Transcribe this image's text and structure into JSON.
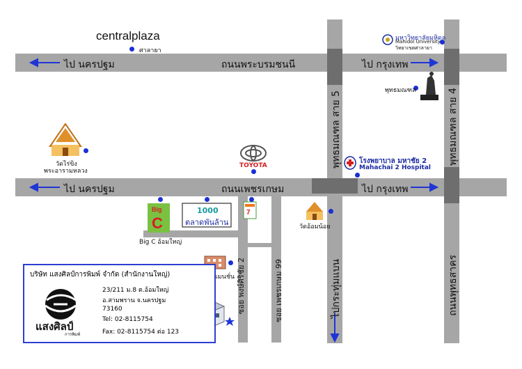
{
  "roads": {
    "top_road": "ถนนพระบรมชนนี",
    "middle_road": "ถนนเพชรเกษม",
    "left_vertical_1": "พุทธมณฑล สาย 5",
    "right_vertical": "พุทธมณฑล สาย 4",
    "soi_1": "ซอย พงษ์ศิริชัย 2",
    "soi_2": "ซอย เพชรเกษม 99",
    "bottom_right_road": "ถนนพุทธสาคร",
    "down_road": "ไปกระทุ่มแบน"
  },
  "directions": {
    "to_nakhon_pathom_top": "ไป นครปฐม",
    "to_bangkok_top": "ไป กรุงเทพ",
    "to_nakhon_pathom_mid": "ไป นครปฐม",
    "to_bangkok_mid": "ไป กรุงเทพ"
  },
  "landmarks": {
    "central_plaza": "centralplaza",
    "central_sub": "ศาลายา",
    "mahidol_th": "มหาวิทยาลัยมหิดล",
    "mahidol_en": "Mahidol University",
    "mahidol_campus": "วิทยาเขตศาลายา",
    "buddha": "พุทธมณฑล",
    "temple_left": "วัดไร่ขิง",
    "temple_left_2": "พระอารามหลวง",
    "toyota": "TOYOTA",
    "hospital_th": "โรงพยาบาล มหาชัย 2",
    "hospital_en": "Mahachai 2 Hospital",
    "bigc": "Big C อ้อมใหญ่",
    "market_number": "1000",
    "market_name": "ตลาดพันล้าน",
    "temple_right": "วัดอ้อมน้อย",
    "apartment": "รติกรแมนชั่น"
  },
  "company": {
    "name": "บริษัท แสงศิลป์การพิมพ์ จำกัด (สำนักงานใหญ่)",
    "addr1": "23/211 ม.8 ต.อ้อมใหญ่",
    "addr2": "อ.สามพราน จ.นครปฐม",
    "zip": "73160",
    "tel": "Tel: 02-8115754",
    "fax": "Fax: 02-8115754 ต่อ 123",
    "logo_text": "แสงศิลป์",
    "logo_sub": "การพิมพ์"
  },
  "colors": {
    "road": "#a6a6a6",
    "road_dark": "#6e6e6e",
    "arrow": "#1f35d6",
    "box_border": "#2b3fd1"
  }
}
